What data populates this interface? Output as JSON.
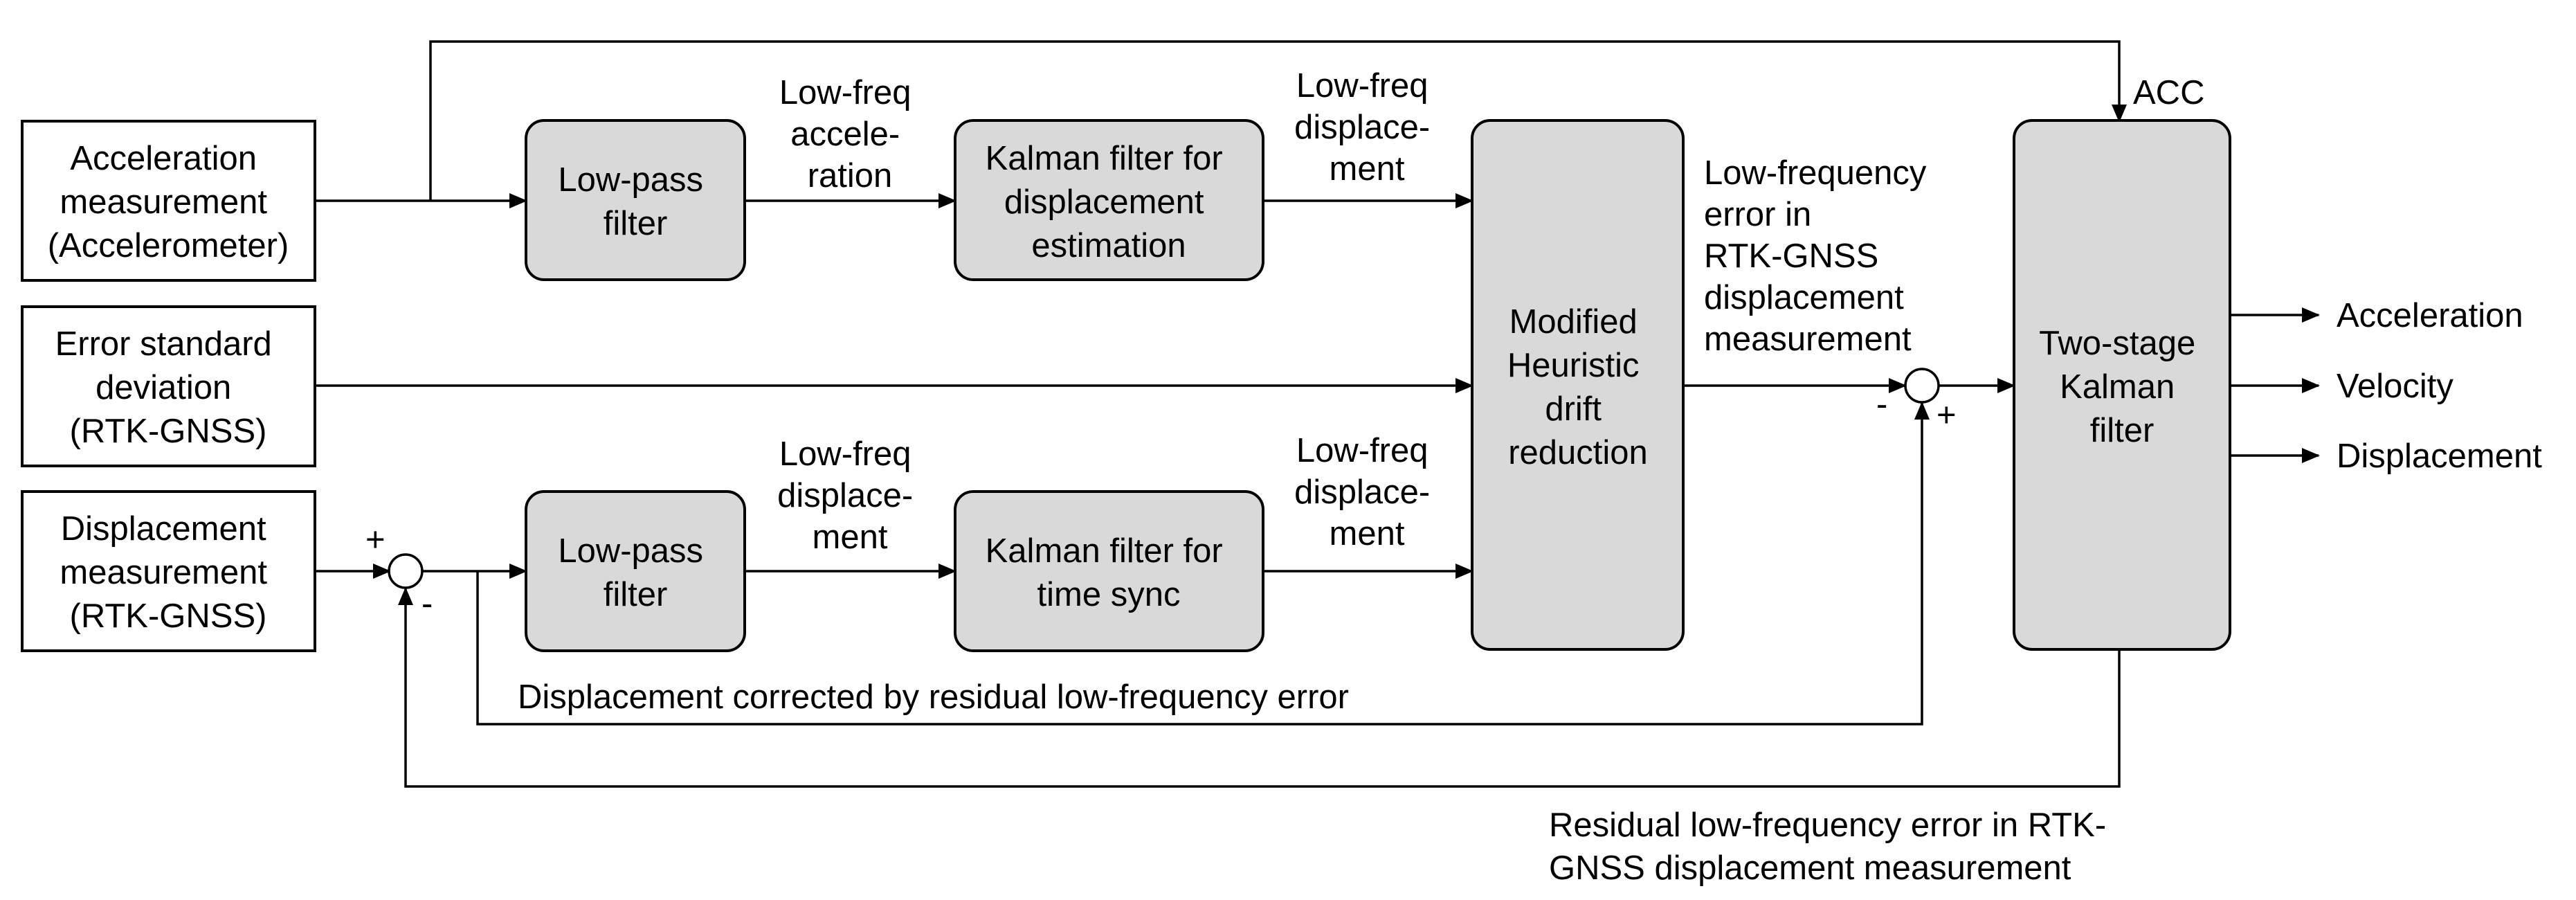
{
  "blocks": {
    "acc_meas": [
      "Acceleration",
      "measurement",
      "(Accelerometer)"
    ],
    "err_std": [
      "Error standard",
      "deviation",
      "(RTK-GNSS)"
    ],
    "disp_meas": [
      "Displacement",
      "measurement",
      "(RTK-GNSS)"
    ],
    "lpf_top": [
      "Low-pass",
      "filter"
    ],
    "lpf_bot": [
      "Low-pass",
      "filter"
    ],
    "kf_disp": [
      "Kalman filter for",
      "displacement",
      "estimation"
    ],
    "kf_sync": [
      "Kalman filter for",
      "time sync"
    ],
    "mhdr": [
      "Modified",
      "Heuristic",
      "drift",
      "reduction"
    ],
    "tskf": [
      "Two-stage",
      "Kalman",
      "filter"
    ]
  },
  "labels": {
    "lf_acc": [
      "Low-freq",
      "accele-",
      "ration"
    ],
    "lf_disp_top": [
      "Low-freq",
      "displace-",
      "ment"
    ],
    "lf_disp_mid": [
      "Low-freq",
      "displace-",
      "ment"
    ],
    "lf_disp_bot": [
      "Low-freq",
      "displace-",
      "ment"
    ],
    "lf_err": [
      "Low-frequency",
      "error in",
      "RTK-GNSS",
      "displacement",
      "measurement"
    ],
    "acc_tag": "ACC",
    "corrected": "Displacement corrected by residual low-frequency error",
    "residual": [
      "Residual low-frequency error in RTK-",
      "GNSS displacement measurement"
    ],
    "plus": "+",
    "minus": "-"
  },
  "outputs": [
    "Acceleration",
    "Velocity",
    "Displacement"
  ]
}
